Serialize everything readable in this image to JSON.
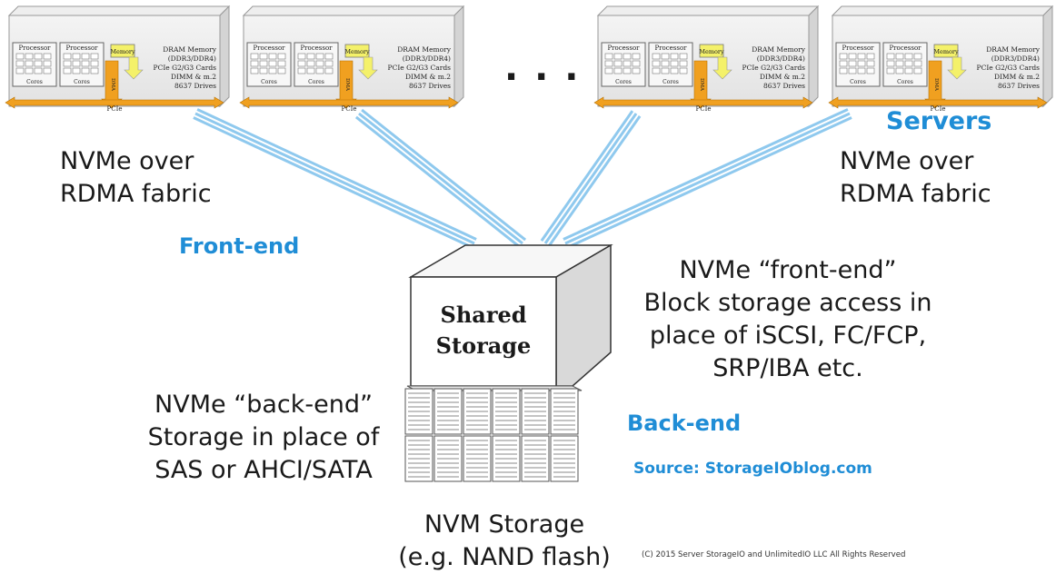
{
  "server_panel": {
    "processor_label": "Processor",
    "cores_label": "Cores",
    "memory_label": "Memory",
    "dma_label": "DMA",
    "pcie_label": "PCIe",
    "spec_lines": [
      "DRAM Memory",
      "(DDR3/DDR4)",
      "PCIe G2/G3 Cards",
      "DIMM & m.2",
      "8637 Drives"
    ]
  },
  "ellipsis": ". . .",
  "labels": {
    "servers": "Servers",
    "nvme_over_rdma_left": [
      "NVMe over",
      "RDMA fabric"
    ],
    "nvme_over_rdma_right": [
      "NVMe over",
      "RDMA fabric"
    ],
    "front_end": "Front-end",
    "shared_storage": [
      "Shared",
      "Storage"
    ],
    "front_end_desc": [
      "NVMe “front-end”",
      "Block storage access in",
      "place of iSCSI, FC/FCP,",
      "SRP/IBA etc."
    ],
    "back_end_desc": [
      "NVMe “back-end”",
      "Storage in place of",
      "SAS or AHCI/SATA"
    ],
    "back_end": "Back-end",
    "source": "Source: StorageIOblog.com",
    "nvm_storage": [
      "NVM Storage",
      "(e.g. NAND flash)"
    ],
    "copyright": "(C) 2015 Server StorageIO and UnlimitedIO LLC All Rights Reserved"
  },
  "colors": {
    "accent_blue": "#1f8dd6",
    "fabric_line": "#8fc9ee",
    "pcie_bar": "#f0a020",
    "memory_fill": "#f4f16a"
  }
}
